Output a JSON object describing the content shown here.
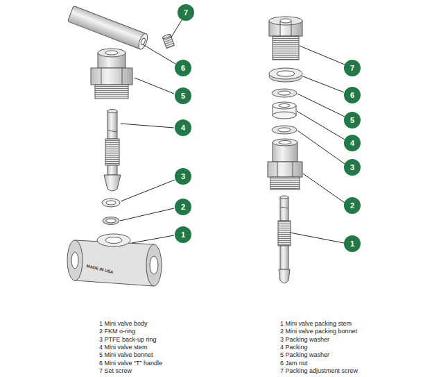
{
  "diagram": {
    "nodes": [
      {
        "text": [
          "7"
        ]
      },
      {
        "text": [
          "6"
        ]
      },
      {
        "text": [
          "5"
        ]
      },
      {
        "text": [
          "4"
        ]
      },
      {
        "text": [
          "3"
        ]
      },
      {
        "text": [
          "2"
        ]
      },
      {
        "text": [
          "1"
        ]
      },
      {
        "text": [
          "7"
        ]
      },
      {
        "text": [
          "6"
        ]
      },
      {
        "text": [
          "5"
        ]
      },
      {
        "text": [
          "4"
        ]
      },
      {
        "text": [
          "3"
        ]
      },
      {
        "text": [
          "2"
        ]
      },
      {
        "text": [
          "1"
        ]
      }
    ],
    "labels": [
      "MADE IN USA",
      "1 Mini valve body",
      "2 FKM o-ring",
      "3 PTFE back-up ring",
      "4 Mini valve stem",
      "5 Mini valve bonnet",
      "6 Mini valve “T” handle",
      "7 Set screw",
      "1 Mini valve packing stem",
      "2 Mini valve packing bonnet",
      "3 Packing washer",
      "4 Packing",
      "5 Packing washer",
      "6 Jam nut",
      "7 Packing adjustment screw"
    ]
  }
}
